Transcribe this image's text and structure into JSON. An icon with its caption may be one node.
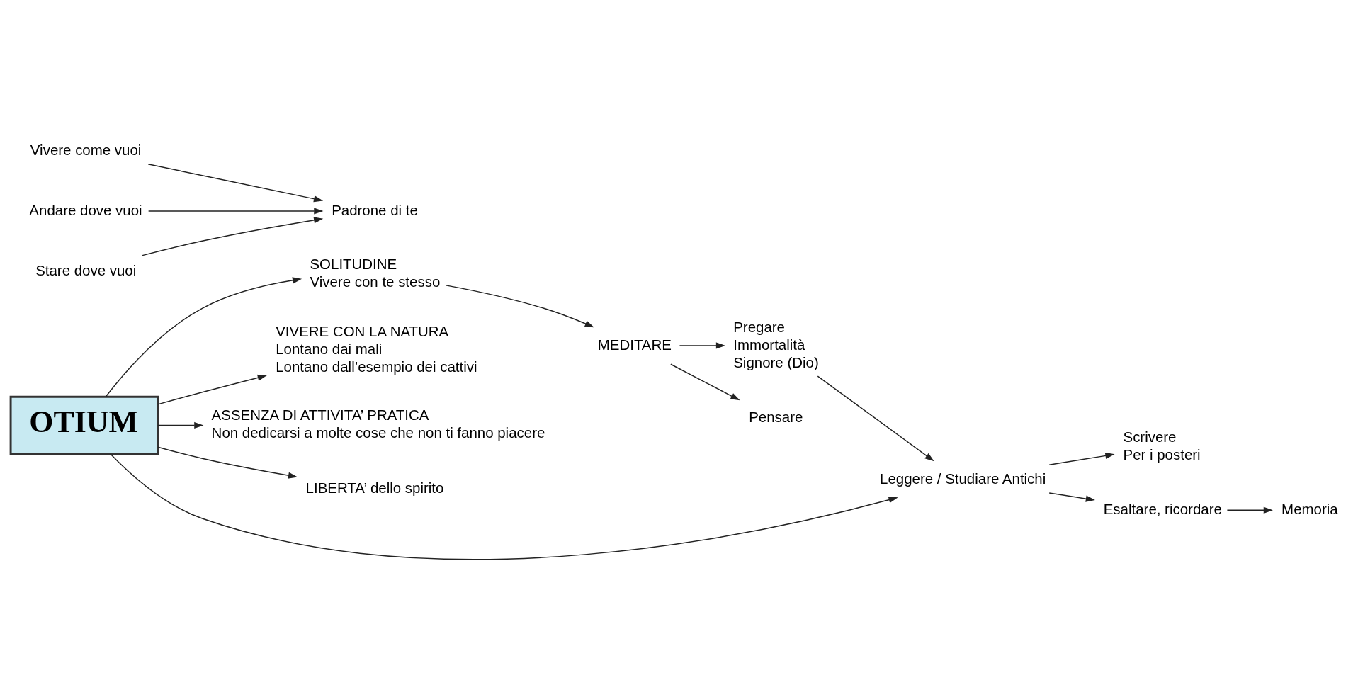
{
  "diagram": {
    "nodes": [
      {
        "text": [
          "OTIUM"
        ]
      },
      {
        "text": [
          "SOLITUDINE",
          "Vivere con te stesso"
        ]
      },
      {
        "text": [
          "MEDITARE"
        ]
      },
      {
        "text": [
          "Pregare",
          "Immortalità",
          "Signore (Dio)"
        ]
      },
      {
        "text": [
          "Pensare"
        ]
      },
      {
        "text": [
          "VIVERE CON LA NATURA",
          "Lontano dai mali",
          "Lontano dall’esempio dei cattivi"
        ]
      },
      {
        "text": [
          "ASSENZA DI ATTIVITA’ PRATICA",
          "Non dedicarsi a molte cose che non ti fanno piacere"
        ]
      },
      {
        "text": [
          "LIBERTA’ dello spirito"
        ]
      },
      {
        "text": [
          "Vivere come vuoi"
        ]
      },
      {
        "text": [
          "Andare dove vuoi"
        ]
      },
      {
        "text": [
          "Stare dove vuoi"
        ]
      },
      {
        "text": [
          "Padrone di te"
        ]
      },
      {
        "text": [
          "Leggere / Studiare Antichi"
        ]
      },
      {
        "text": [
          "Scrivere",
          "Per i posteri"
        ]
      },
      {
        "text": [
          "Esaltare, ricordare"
        ]
      },
      {
        "text": [
          "Memoria"
        ]
      }
    ],
    "edges": [
      {
        "from": 0,
        "to": 1,
        "arrow": "to"
      },
      {
        "from": 1,
        "to": 2,
        "arrow": "to"
      },
      {
        "from": 2,
        "to": 3,
        "arrow": "to"
      },
      {
        "from": 2,
        "to": 4,
        "arrow": "to"
      },
      {
        "from": 0,
        "to": 5,
        "arrow": "to"
      },
      {
        "from": 0,
        "to": 6,
        "arrow": "to"
      },
      {
        "from": 0,
        "to": 7,
        "arrow": "to"
      },
      {
        "from": 0,
        "to": 12,
        "arrow": "to"
      },
      {
        "from": 3,
        "to": 12,
        "arrow": "to"
      },
      {
        "from": 8,
        "to": 11,
        "arrow": "to"
      },
      {
        "from": 9,
        "to": 11,
        "arrow": "to"
      },
      {
        "from": 10,
        "to": 11,
        "arrow": "to"
      },
      {
        "from": 12,
        "to": 13,
        "arrow": "to"
      },
      {
        "from": 12,
        "to": 14,
        "arrow": "to"
      },
      {
        "from": 14,
        "to": 15,
        "arrow": "to"
      }
    ]
  }
}
